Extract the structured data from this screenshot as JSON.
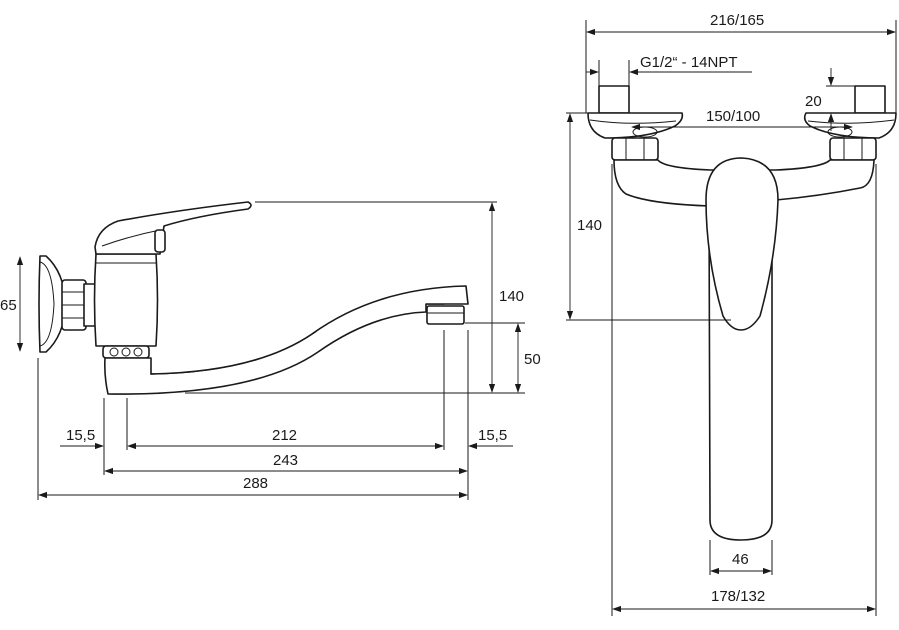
{
  "side_view": {
    "height_total": "140",
    "spout_height": "50",
    "flange_height": "65",
    "inner_left": "15,5",
    "spout_reach": "212",
    "inner_right": "15,5",
    "length_243": "243",
    "length_288": "288"
  },
  "front_view": {
    "top_width": "216/165",
    "thread": "G1/2“ - 14NPT",
    "nut_height": "20",
    "center_distance": "150/100",
    "body_height": "140",
    "spout_width": "46",
    "bottom_width": "178/132"
  }
}
